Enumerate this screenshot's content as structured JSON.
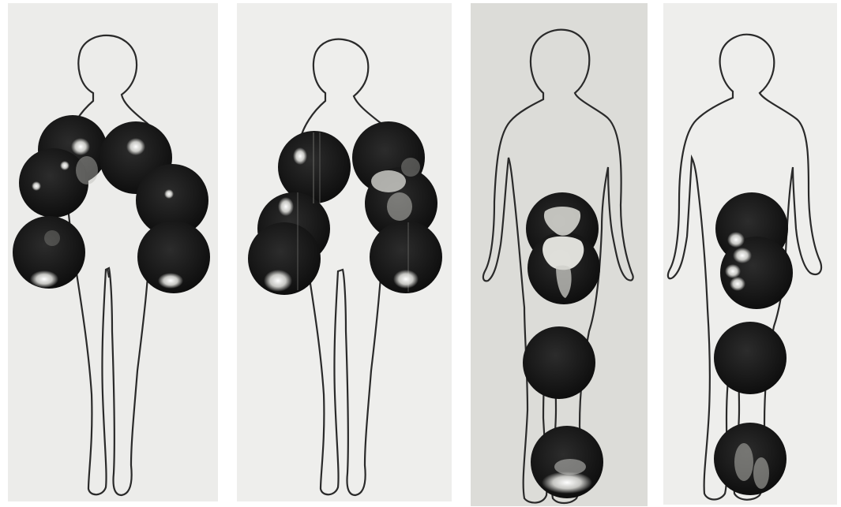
{
  "figure": {
    "panels": [
      {
        "id": "panel-1",
        "view": "anterior",
        "scan_regions": [
          "right-shoulder-upper",
          "right-arm-mid",
          "right-arm-lower",
          "left-shoulder-upper",
          "left-arm-mid",
          "left-arm-lower"
        ]
      },
      {
        "id": "panel-2",
        "view": "anterior",
        "scan_regions": [
          "right-shoulder-upper",
          "right-arm-mid",
          "right-arm-lower",
          "left-shoulder-upper",
          "left-arm-mid",
          "left-arm-lower"
        ]
      },
      {
        "id": "panel-3",
        "view": "anterior",
        "scan_regions": [
          "pelvis-upper",
          "pelvis-lower",
          "knees",
          "feet"
        ]
      },
      {
        "id": "panel-4",
        "view": "anterior",
        "scan_regions": [
          "pelvis-upper",
          "pelvis-lower",
          "knees",
          "feet"
        ]
      }
    ],
    "colors": {
      "paper": "#ededeb",
      "paper_dark": "#cfcfcc",
      "outline": "#2a2a2a",
      "scan": "#1b1b1b",
      "hotspot": "#f3f3f0"
    }
  }
}
